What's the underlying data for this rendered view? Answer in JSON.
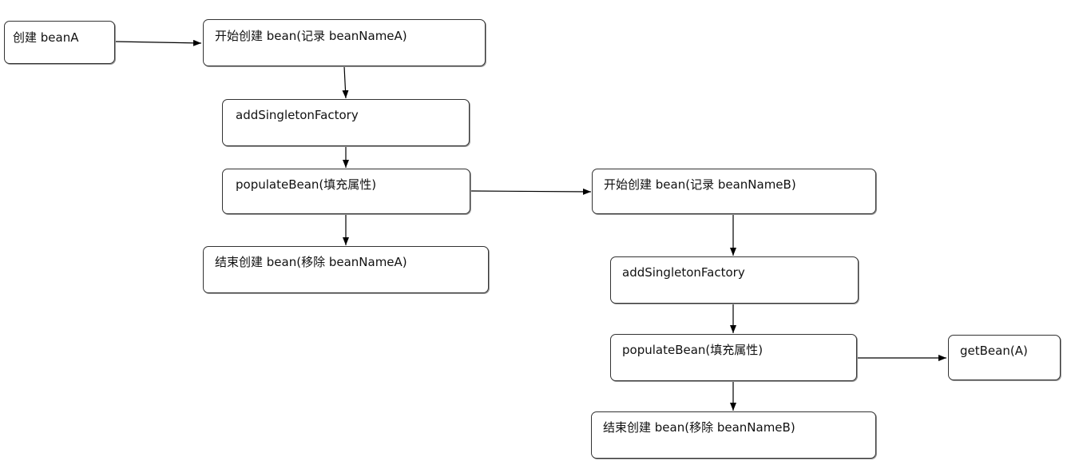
{
  "nodes": {
    "create_bean_a": "创建 beanA",
    "start_create_a": "开始创建 bean(记录 beanNameA)",
    "add_singleton_factory_a": "addSingletonFactory",
    "populate_bean_a": "populateBean(填充属性)",
    "end_create_a": "结束创建 bean(移除 beanNameA)",
    "start_create_b": "开始创建 bean(记录 beanNameB)",
    "add_singleton_factory_b": "addSingletonFactory",
    "populate_bean_b": "populateBean(填充属性)",
    "end_create_b": "结束创建 bean(移除 beanNameB)",
    "get_bean_a": "getBean(A)"
  },
  "edges": [
    [
      "create_bean_a",
      "start_create_a"
    ],
    [
      "start_create_a",
      "add_singleton_factory_a"
    ],
    [
      "add_singleton_factory_a",
      "populate_bean_a"
    ],
    [
      "populate_bean_a",
      "end_create_a"
    ],
    [
      "populate_bean_a",
      "start_create_b"
    ],
    [
      "start_create_b",
      "add_singleton_factory_b"
    ],
    [
      "add_singleton_factory_b",
      "populate_bean_b"
    ],
    [
      "populate_bean_b",
      "end_create_b"
    ],
    [
      "populate_bean_b",
      "get_bean_a"
    ]
  ],
  "colors": {
    "border": "#333333",
    "arrow": "#000000",
    "background": "#ffffff"
  }
}
